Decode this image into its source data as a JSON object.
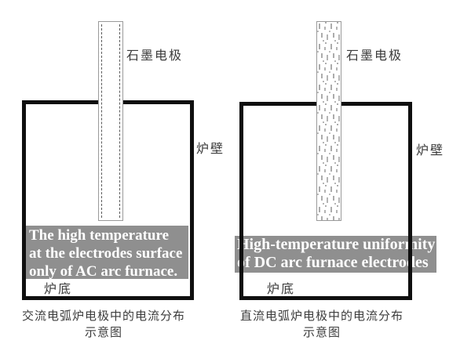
{
  "colors": {
    "wall": "#0f0f0f",
    "electrode_outline": "#9a9a9a",
    "overlay_background": "#8f8f8f",
    "overlay_text": "#ffffff",
    "label_text": "#3a3a3a"
  },
  "left_diagram": {
    "electrode_label": "石墨电极",
    "wall_label": "炉壁",
    "bottom_label": "炉底",
    "overlay_lines": {
      "0": "The high temperature",
      "1": "at the electrodes surface",
      "2": "only of AC arc furnace."
    },
    "caption_line1": "交流电弧炉电极中的电流分布",
    "caption_line2": "示意图"
  },
  "right_diagram": {
    "electrode_label": "石墨电极",
    "wall_label": "炉壁",
    "bottom_label": "炉底",
    "overlay_lines": {
      "0": "High-temperature uniformity",
      "1": "of DC arc furnace electrodes"
    },
    "caption_line1": "直流电弧炉电极中的电流分布",
    "caption_line2": "示意图"
  }
}
